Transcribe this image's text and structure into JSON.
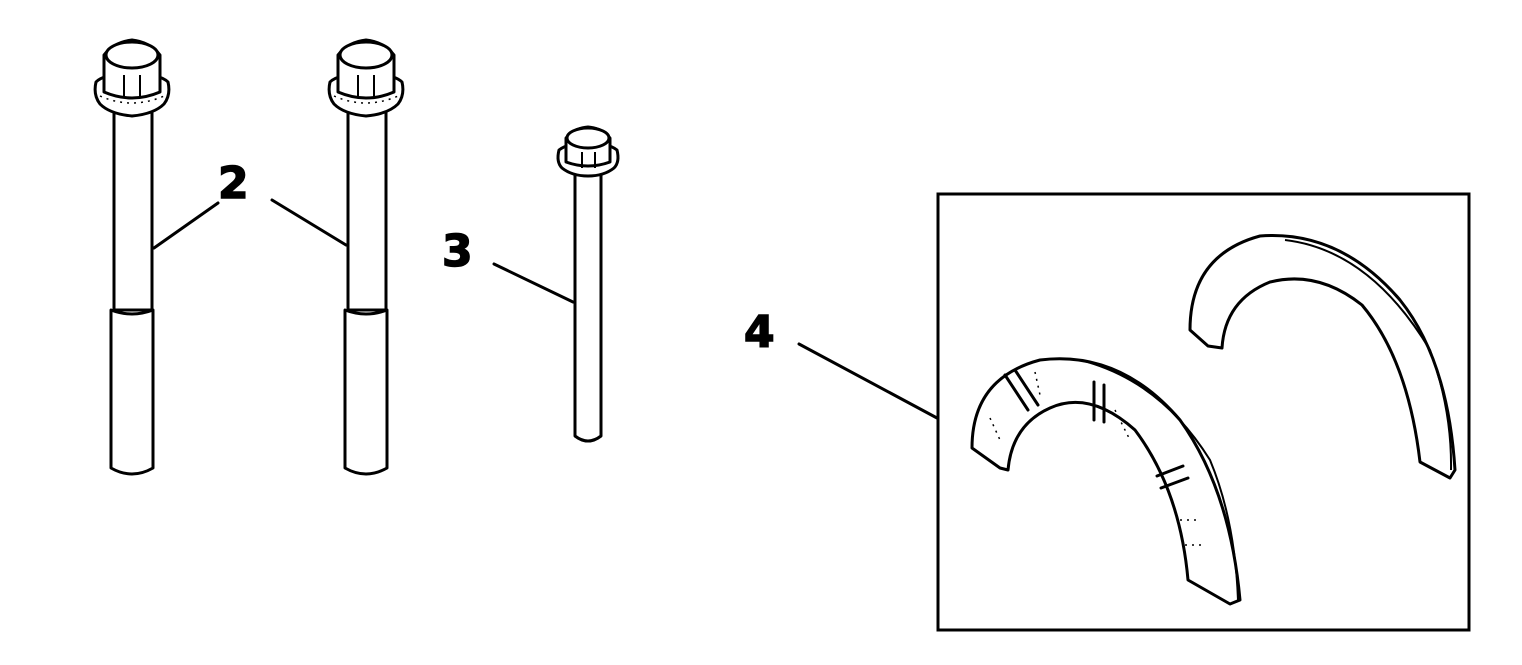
{
  "diagram": {
    "type": "exploded-parts-illustration",
    "background": "#ffffff",
    "line_color": "#000000",
    "callouts": [
      {
        "id": "2",
        "label": "2",
        "refers_to": [
          "bolt-long-left",
          "bolt-long-right"
        ]
      },
      {
        "id": "3",
        "label": "3",
        "refers_to": [
          "bolt-short"
        ]
      },
      {
        "id": "4",
        "label": "4",
        "refers_to": [
          "thrust-washer-inset"
        ]
      }
    ],
    "parts": [
      {
        "name": "bolt-long-left",
        "kind": "flange hex-head bolt, long, stepped shank"
      },
      {
        "name": "bolt-long-right",
        "kind": "flange hex-head bolt, long, stepped shank"
      },
      {
        "name": "bolt-short",
        "kind": "flange hex-head bolt, shorter"
      },
      {
        "name": "thrust-washer-front",
        "kind": "half-moon thrust washer with oil grooves"
      },
      {
        "name": "thrust-washer-back",
        "kind": "half-moon thrust washer, plain"
      }
    ]
  }
}
